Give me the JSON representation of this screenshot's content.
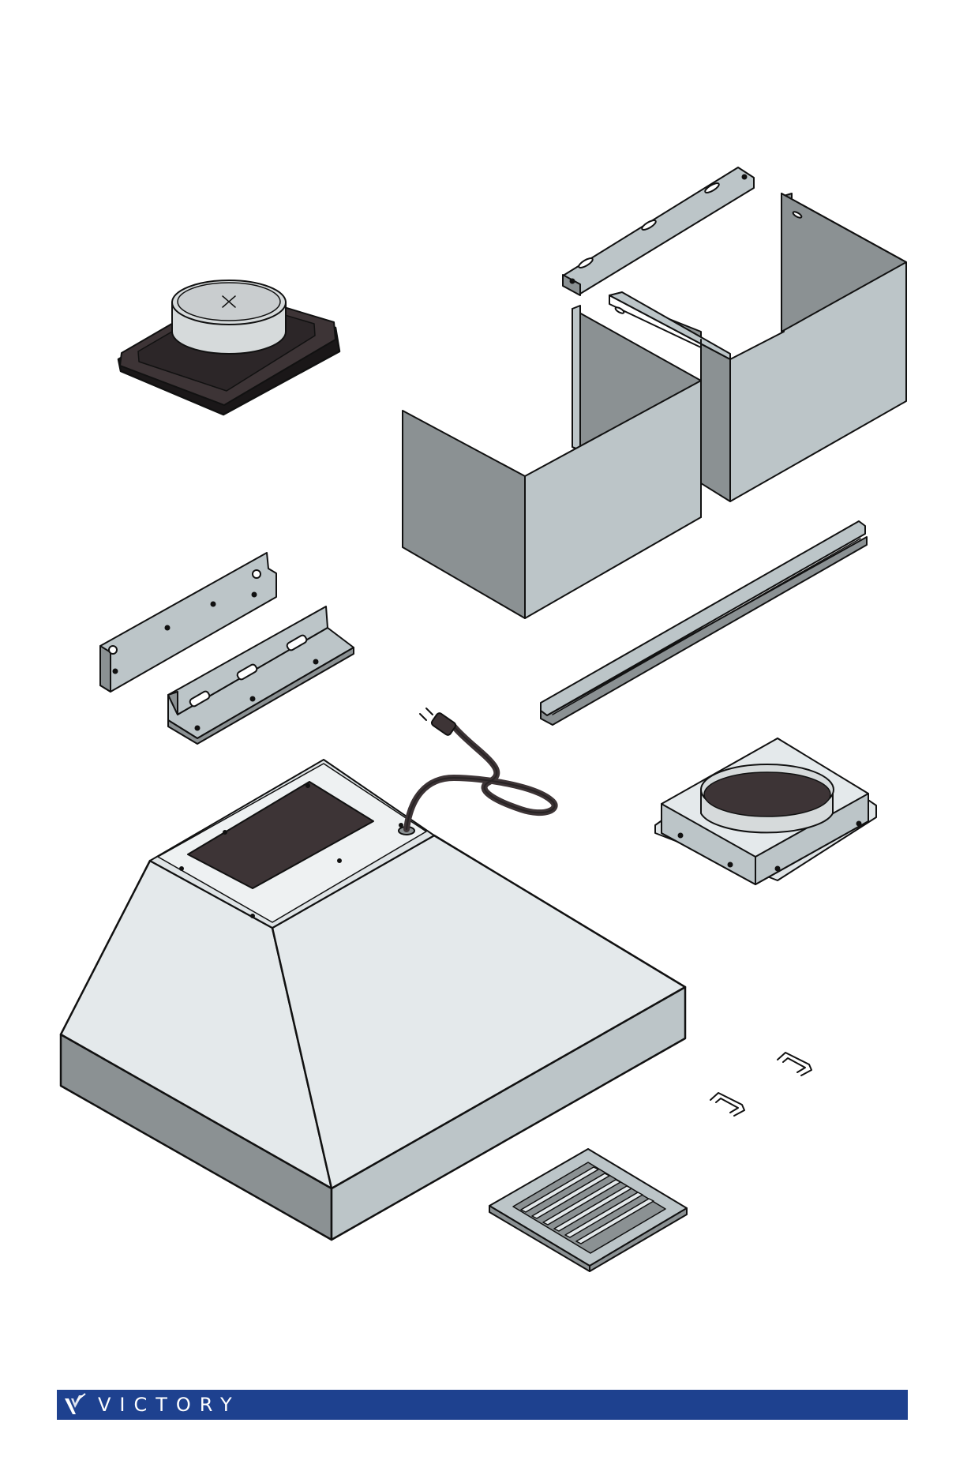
{
  "document": {
    "type": "parts-diagram",
    "parts": [
      {
        "id": "round-duct-transition",
        "icon": "round-duct-adapter-icon"
      },
      {
        "id": "upper-chimney-cover-bracket",
        "icon": "bracket-icon"
      },
      {
        "id": "upper-chimney-cover",
        "icon": "chimney-cover-icon"
      },
      {
        "id": "lower-chimney-cover",
        "icon": "chimney-cover-icon"
      },
      {
        "id": "mounting-bracket-flat",
        "icon": "bracket-icon"
      },
      {
        "id": "mounting-bracket-angle",
        "icon": "bracket-icon"
      },
      {
        "id": "support-rail",
        "icon": "rail-icon"
      },
      {
        "id": "power-cord",
        "icon": "plug-icon"
      },
      {
        "id": "hood-body",
        "icon": "range-hood-icon"
      },
      {
        "id": "damper-box",
        "icon": "damper-icon"
      },
      {
        "id": "handle-clips",
        "icon": "clip-icon"
      },
      {
        "id": "baffle-filter",
        "icon": "filter-icon"
      }
    ]
  },
  "footer": {
    "brand": "VICTORY",
    "logo_icon": "victory-v-logo-icon",
    "bar_color": "#1e418f",
    "text_color": "#ffffff"
  },
  "colors": {
    "steel_light": "#e4e9eb",
    "steel_mid": "#bcc5c8",
    "steel_dark": "#8b9193",
    "gasket": "#3d3436",
    "outline": "#111111"
  }
}
